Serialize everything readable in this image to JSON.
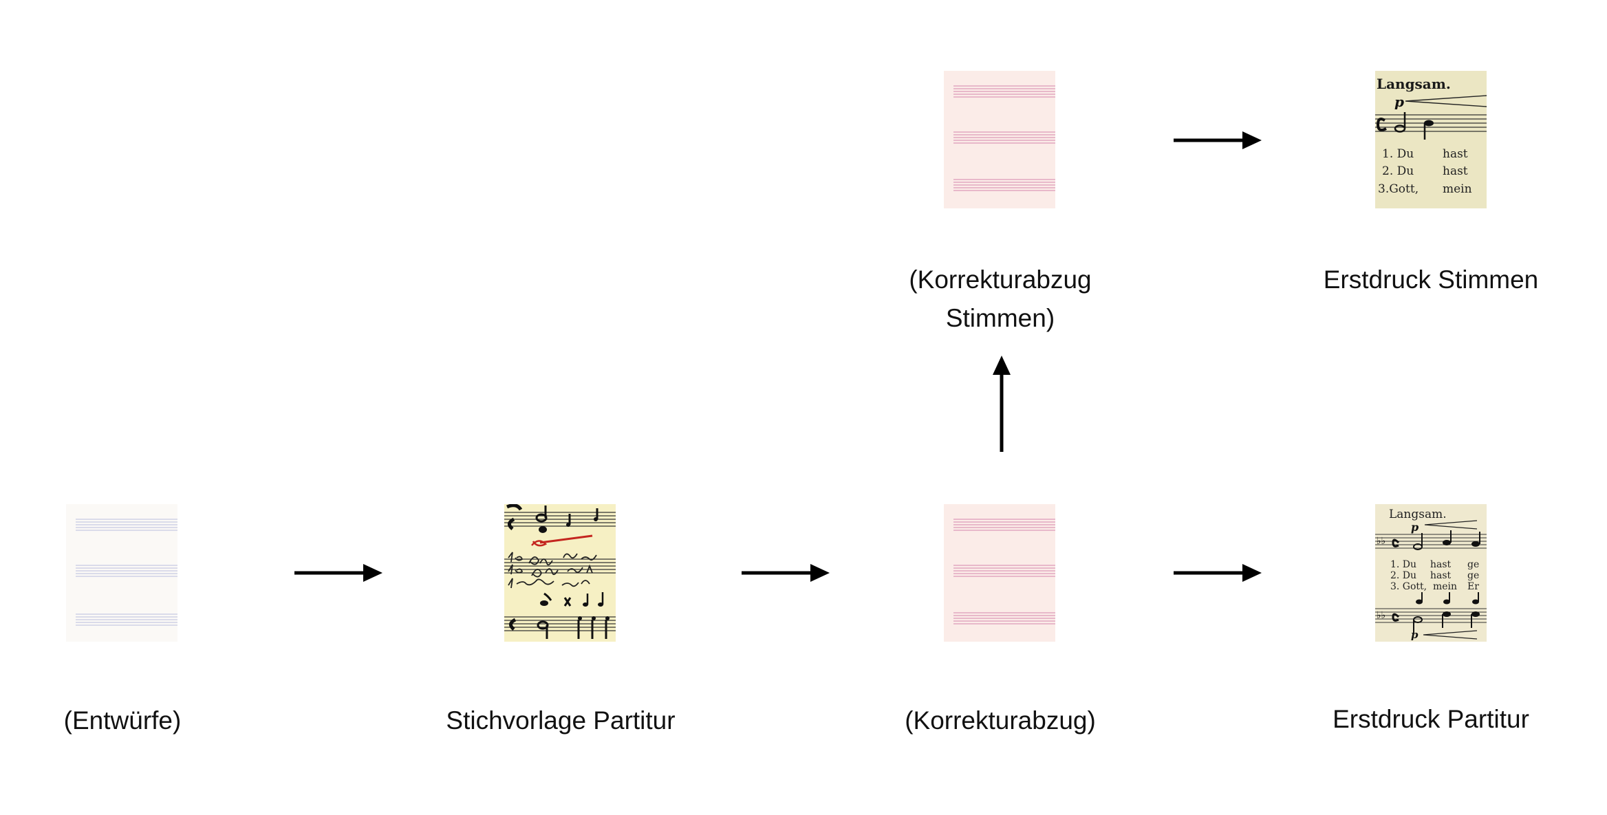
{
  "nodes": {
    "drafts": {
      "label": "(Entwürfe)",
      "thumbnail": "blank-staff-paper-bluish"
    },
    "engraver_copy_score": {
      "label": "Stichvorlage Partitur",
      "thumbnail": "handwritten-manuscript-score"
    },
    "proof": {
      "label": "(Korrekturabzug)",
      "thumbnail": "blank-staff-paper-pink"
    },
    "first_print_score": {
      "label": "Erstdruck Partitur",
      "thumbnail": "printed-score-excerpt"
    },
    "proof_parts": {
      "label_line1": "(Korrekturabzug",
      "label_line2": "Stimmen)",
      "thumbnail": "blank-staff-paper-pink"
    },
    "first_print_parts": {
      "label": "Erstdruck Stimmen",
      "thumbnail": "printed-parts-excerpt"
    }
  },
  "print_texts": {
    "score": {
      "tempo": "Langsam.",
      "dynamic": "p",
      "verse1": "1. Du",
      "verse1_w2": "hast",
      "verse1_w3": "ge",
      "verse2": "2. Du",
      "verse2_w2": "hast",
      "verse2_w3": "ge",
      "verse3": "3. Gott,",
      "verse3_w2": "mein",
      "verse3_w3": "Er"
    },
    "parts": {
      "tempo": "Langsam.",
      "dynamic": "p",
      "verse1": "1. Du",
      "verse1_w2": "hast",
      "verse2": "2. Du",
      "verse2_w2": "hast",
      "verse3": "3.Gott,",
      "verse3_w2": "mein"
    }
  },
  "edges": [
    {
      "from": "drafts",
      "to": "engraver_copy_score",
      "direction": "right"
    },
    {
      "from": "engraver_copy_score",
      "to": "proof",
      "direction": "right"
    },
    {
      "from": "proof",
      "to": "first_print_score",
      "direction": "right"
    },
    {
      "from": "proof",
      "to": "proof_parts",
      "direction": "up"
    },
    {
      "from": "proof_parts",
      "to": "first_print_parts",
      "direction": "right"
    }
  ],
  "colors": {
    "arrow": "#000000",
    "paper_blank": "#fbf9f6",
    "staff_blue": "#c9cbe3",
    "paper_pink": "#fbece8",
    "staff_pink": "#e2a7bf",
    "paper_manuscript": "#f6f0c4",
    "paper_print": "#efe9cf"
  }
}
